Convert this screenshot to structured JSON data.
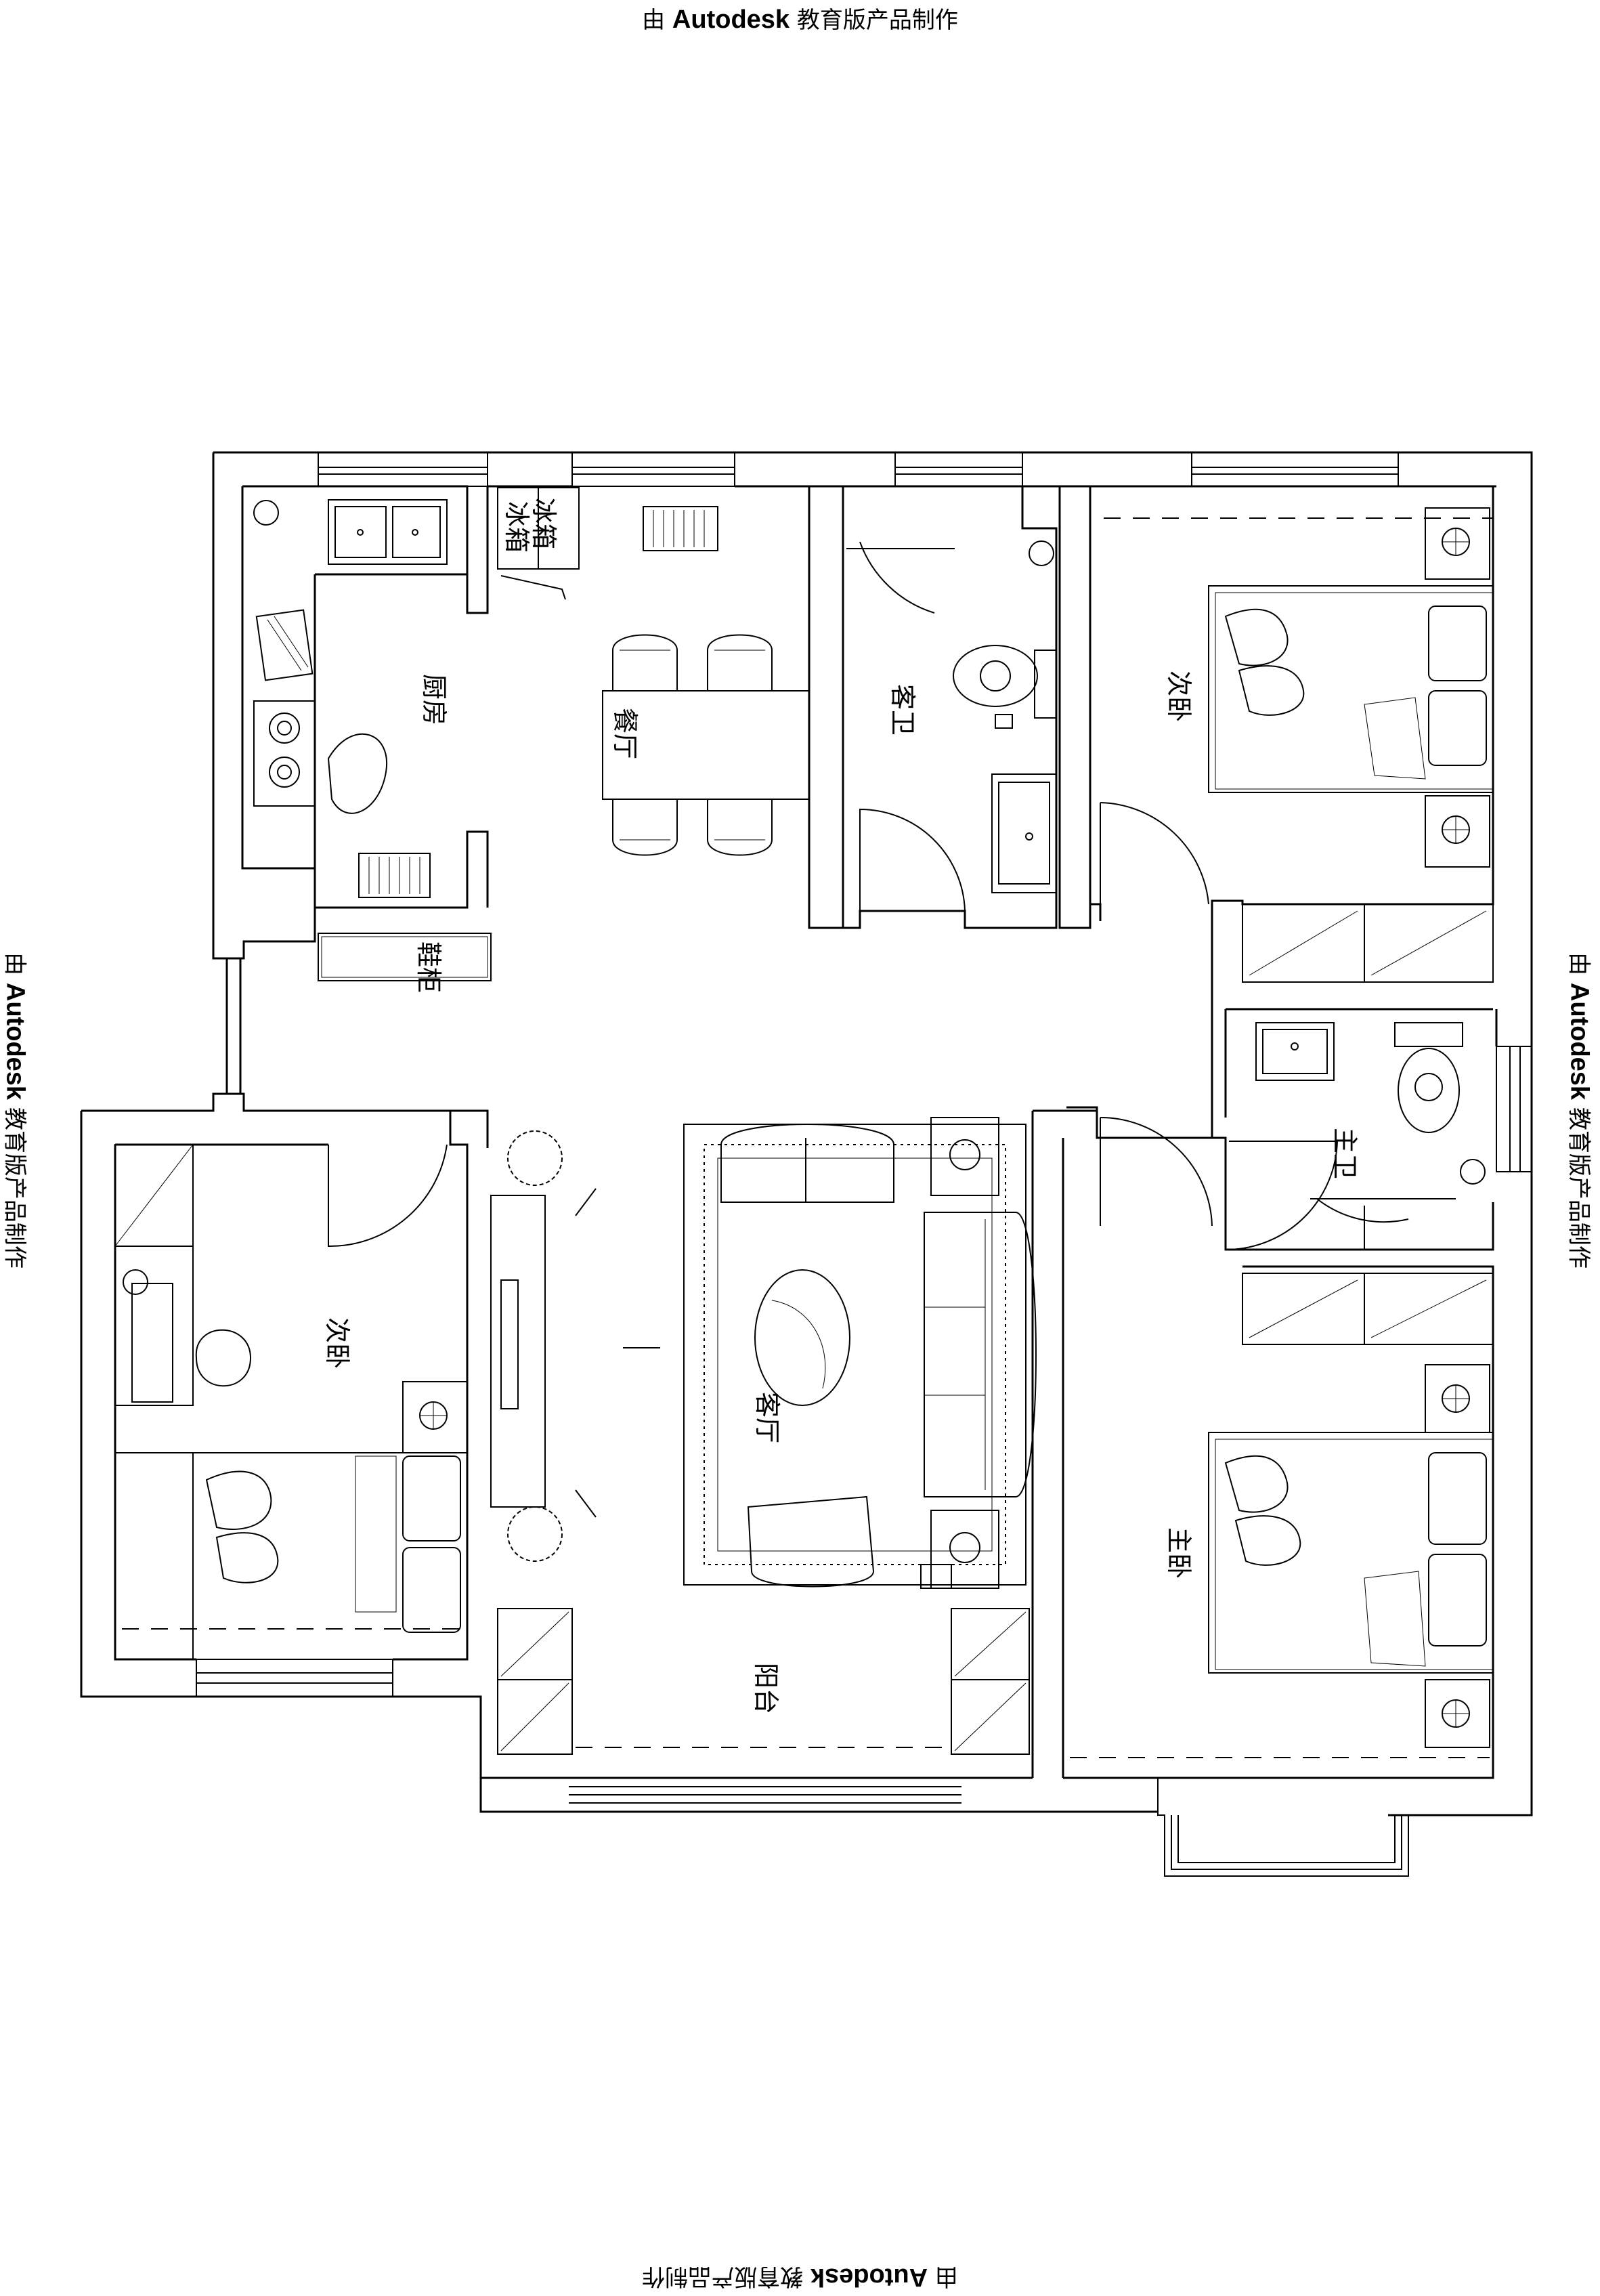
{
  "watermark": {
    "prefix": "由",
    "brand": "Autodesk",
    "suffix": "教育版产品制作"
  },
  "rooms": {
    "kitchen": "厨房",
    "dining": "餐厅",
    "guest_bath": "客卫",
    "second_bedroom_ne": "次卧",
    "shoe_cabinet": "鞋柜",
    "fridge_1": "冰箱",
    "fridge_2": "冰箱",
    "second_bedroom_w": "次卧",
    "living_room": "客厅",
    "master_bath": "主卫",
    "master_bedroom": "主卧",
    "balcony": "阳台"
  }
}
